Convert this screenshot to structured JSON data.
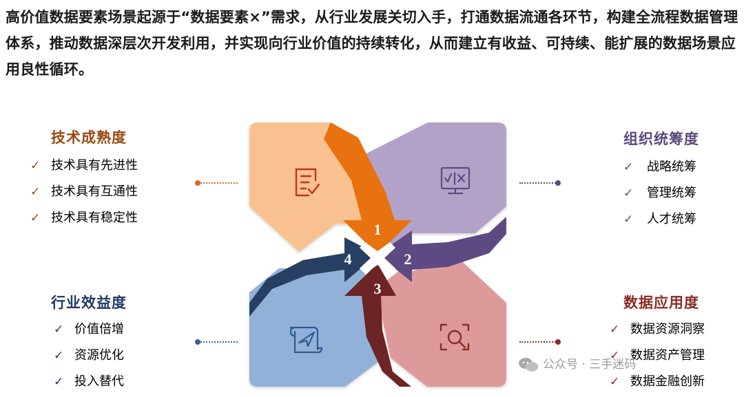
{
  "intro_text": "高价值数据要素场景起源于“数据要素×”需求，从行业发展关切入手，打通数据流通各环节，构建全流程数据管理体系，推动数据深层次开发利用，并实现向行业价值的持续转化，从而建立有收益、可持续、能扩展的数据场景应用良性循环。",
  "panels": {
    "tech": {
      "title": "技术成熟度",
      "color": "#9a4a12",
      "items": [
        "技术具有先进性",
        "技术具有互通性",
        "技术具有稳定性"
      ]
    },
    "org": {
      "title": "组织统筹度",
      "color": "#5b4a7c",
      "items": [
        "战略统筹",
        "管理统筹",
        "人才统筹"
      ]
    },
    "industry": {
      "title": "行业效益度",
      "color": "#1f3b63",
      "items": [
        "价值倍增",
        "资源优化",
        "投入替代"
      ]
    },
    "data": {
      "title": "数据应用度",
      "color": "#8a2b26",
      "items": [
        "数据资源洞察",
        "数据资产管理",
        "数据金融创新"
      ]
    }
  },
  "numbers": [
    "1",
    "2",
    "3",
    "4"
  ],
  "icons": {
    "q1": "document-check-icon",
    "q2": "monitor-check-icon",
    "q3": "paper-plane-scroll-icon",
    "q4": "focus-search-icon"
  },
  "colors": {
    "q1_light": "#f8c18f",
    "q1_dark": "#e8720f",
    "q2_light": "#b3a2c8",
    "q2_dark": "#5d4a82",
    "q3_light": "#91b1d9",
    "q3_dark": "#273f62",
    "q4_light": "#de9a9b",
    "q4_dark": "#6c2424"
  },
  "watermark": {
    "text": "公众号 · 三手迷码"
  }
}
